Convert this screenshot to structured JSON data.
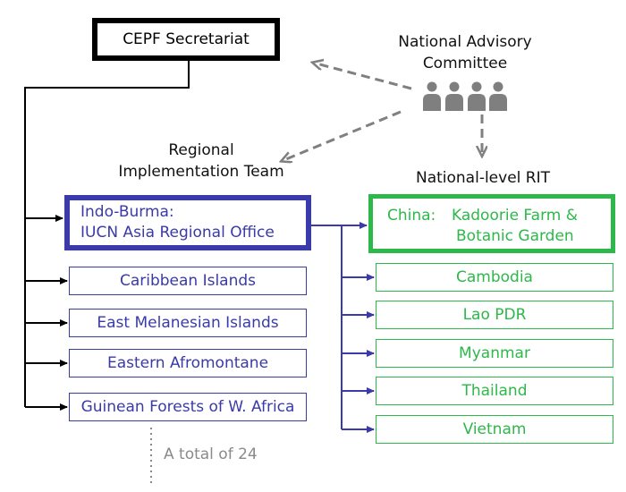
{
  "secretariat": "CEPF Secretariat",
  "advisory": {
    "line1": "National Advisory",
    "line2": "Committee"
  },
  "rit_heading": {
    "line1": "Regional",
    "line2": "Implementation Team"
  },
  "national_rit_heading": "National-level RIT",
  "indo_burma": {
    "line1": "Indo-Burma:",
    "line2": "IUCN Asia Regional Office"
  },
  "china": {
    "prefix": "China:",
    "line1": "Kadoorie Farm &",
    "line2": "Botanic Garden"
  },
  "regions": [
    "Caribbean Islands",
    "East Melanesian Islands",
    "Eastern Afromontane",
    "Guinean Forests of W. Africa"
  ],
  "countries": [
    "Cambodia",
    "Lao PDR",
    "Myanmar",
    "Thailand",
    "Vietnam"
  ],
  "total_note": "A total of 24",
  "colors": {
    "black": "#000000",
    "blue": "#3a3aa8",
    "green": "#2db84a",
    "gray": "#808080",
    "note": "#8a8a8a"
  },
  "icons": {
    "committee": "people-group-icon"
  }
}
